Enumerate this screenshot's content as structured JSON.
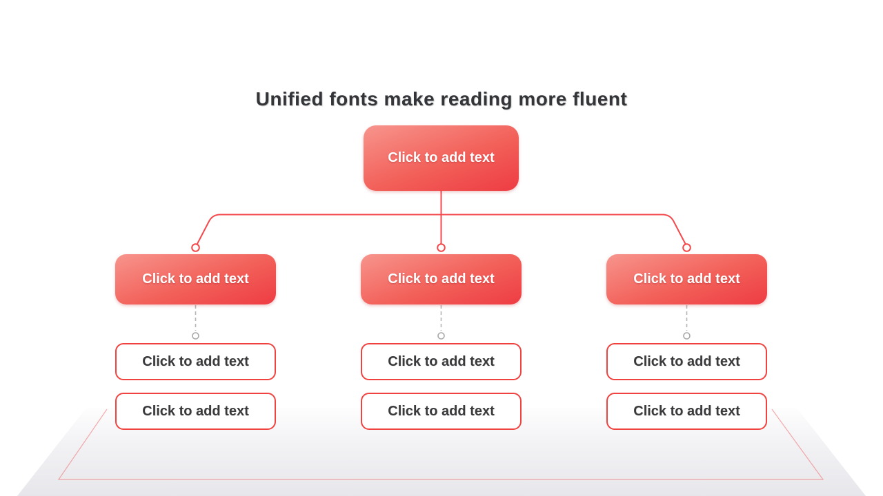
{
  "title": {
    "text": "Unified fonts make reading more fluent"
  },
  "org_chart": {
    "root": {
      "label": "Click to add text"
    },
    "branches": [
      {
        "label": "Click to add text",
        "children": [
          {
            "label": "Click to add text"
          },
          {
            "label": "Click to add text"
          }
        ]
      },
      {
        "label": "Click to add text",
        "children": [
          {
            "label": "Click to add text"
          },
          {
            "label": "Click to add text"
          }
        ]
      },
      {
        "label": "Click to add text",
        "children": [
          {
            "label": "Click to add text"
          },
          {
            "label": "Click to add text"
          }
        ]
      }
    ]
  },
  "colors": {
    "accent_red": "#ee3c43",
    "accent_red_light": "#f7958d",
    "connector_red": "#f4494c",
    "dashed_connector_gray": "#b5b5b5",
    "node_circle_gray": "#a8a8a8",
    "title_text": "#333538",
    "box_text_dark": "#3a3a3c",
    "box_text_light": "#ffffff",
    "floor_gray": "#e7e7eb",
    "floor_outline_red": "#ef5a5c"
  }
}
